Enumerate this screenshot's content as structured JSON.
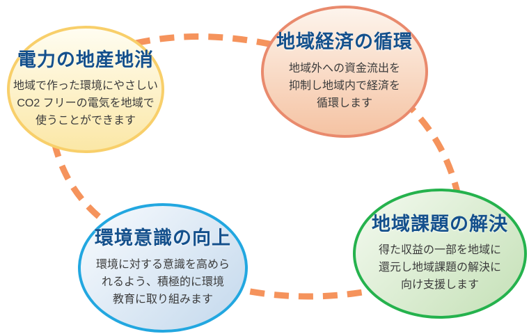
{
  "colors": {
    "connector": "#F5935C",
    "title": "#14508C",
    "body": "#3B3B3B",
    "yellow_border": "#F8CF6A",
    "yellow_fill_top": "#FFFDF1",
    "yellow_fill_bottom": "#FBE7A6",
    "orange_border": "#E98A6D",
    "orange_fill_top": "#FDF4EC",
    "orange_fill_bottom": "#F5C3A3",
    "blue_border": "#22A7E0",
    "blue_fill_top": "#F8FBFE",
    "blue_fill_bottom": "#C3D8EC",
    "green_border": "#25B24D",
    "green_fill_top": "#F4FAF0",
    "green_fill_bottom": "#C4E0B6"
  },
  "bubbles": [
    {
      "title": "電力の地産地消",
      "lines": [
        "地域で作った環境にやさしい",
        "CO2 フリーの電気を地域で",
        "使うことができます"
      ]
    },
    {
      "title": "地域経済の循環",
      "lines": [
        "地域外への資金流出を",
        "抑制し地域内で経済を",
        "循環します"
      ]
    },
    {
      "title": "環境意識の向上",
      "lines": [
        "環境に対する意識を高めら",
        "れるよう、積極的に環境",
        "教育に取り組みます"
      ]
    },
    {
      "title": "地域課題の解決",
      "lines": [
        "得た収益の一部を地域に",
        "還元し地域課題の解決に",
        "向け支援します"
      ]
    }
  ]
}
